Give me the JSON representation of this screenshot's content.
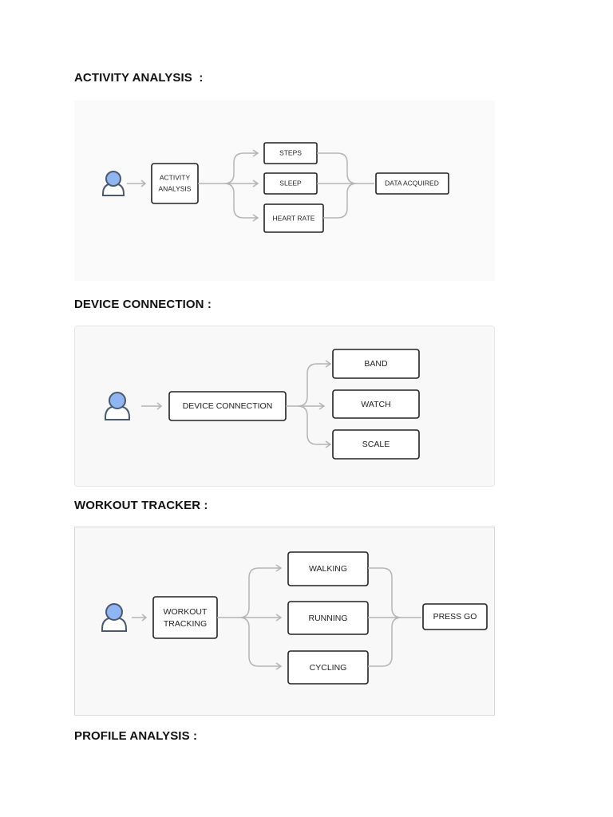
{
  "sections": [
    {
      "heading": "ACTIVITY ANALYSIS  :",
      "start": "ACTIVITY ANALYSIS",
      "start_lines": [
        "ACTIVITY",
        "ANALYSIS"
      ],
      "branches": [
        "STEPS",
        "SLEEP",
        "HEART RATE"
      ],
      "end": "DATA ACQUIRED"
    },
    {
      "heading": "DEVICE CONNECTION :",
      "start": "DEVICE CONNECTION",
      "branches": [
        "BAND",
        "WATCH",
        "SCALE"
      ]
    },
    {
      "heading": "WORKOUT TRACKER :",
      "start": "WORKOUT TRACKING",
      "start_lines": [
        "WORKOUT",
        "TRACKING"
      ],
      "branches": [
        "WALKING",
        "RUNNING",
        "CYCLING"
      ],
      "end": "PRESS GO"
    },
    {
      "heading": "PROFILE ANALYSIS :"
    }
  ],
  "icons": {
    "user": "user-icon"
  },
  "colors": {
    "user_fill": "#8fb6f2",
    "user_stroke": "#4a5a6e",
    "arrow": "#b4b4b4"
  }
}
